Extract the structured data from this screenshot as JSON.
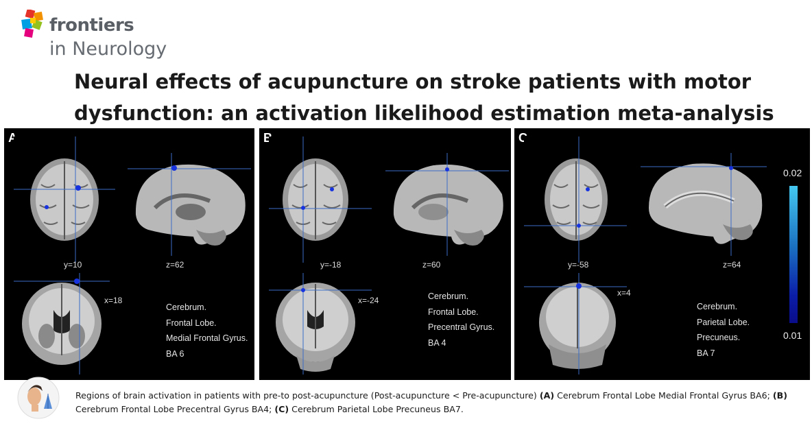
{
  "header": {
    "brand": "frontiers",
    "journal": "in Neurology"
  },
  "title": "Neural effects of acupuncture on stroke patients with motor dysfunction: an activation likelihood estimation meta-analysis",
  "panels": {
    "a": {
      "letter": "A",
      "coord_coronal_top": "y=10",
      "coord_sagittal": "z=62",
      "coord_coronal_bottom": "x=18",
      "region": [
        "Cerebrum.",
        "Frontal Lobe.",
        "Medial Frontal Gyrus.",
        "BA 6"
      ]
    },
    "b": {
      "letter": "B",
      "coord_coronal_top": "y=-18",
      "coord_sagittal": "z=60",
      "coord_coronal_bottom": "x=-24",
      "region": [
        "Cerebrum.",
        "Frontal Lobe.",
        "Precentral Gyrus.",
        "BA 4"
      ]
    },
    "c": {
      "letter": "C",
      "coord_coronal_top": "y=-58",
      "coord_sagittal": "z=64",
      "coord_coronal_bottom": "x=4",
      "region": [
        "Cerebrum.",
        "Parietal Lobe.",
        "Precuneus.",
        "BA 7"
      ],
      "colorbar_max": "0.02",
      "colorbar_min": "0.01"
    }
  },
  "caption": {
    "lead": " Regions of brain activation in patients with pre-to post-acupuncture (Post-acupuncture < Pre-acupuncture) ",
    "a_label": "(A)",
    "a_text": " Cerebrum Frontal Lobe Medial Frontal Gyrus BA6; ",
    "b_label": "(B)",
    "b_text": " Cerebrum Frontal Lobe Precentral Gyrus BA4; ",
    "c_label": "(C)",
    "c_text": " Cerebrum Parietal Lobe Precuneus BA7."
  },
  "colors": {
    "panel_bg": "#000000",
    "crosshair": "#3a6cc8",
    "activation": "#1733e0"
  }
}
